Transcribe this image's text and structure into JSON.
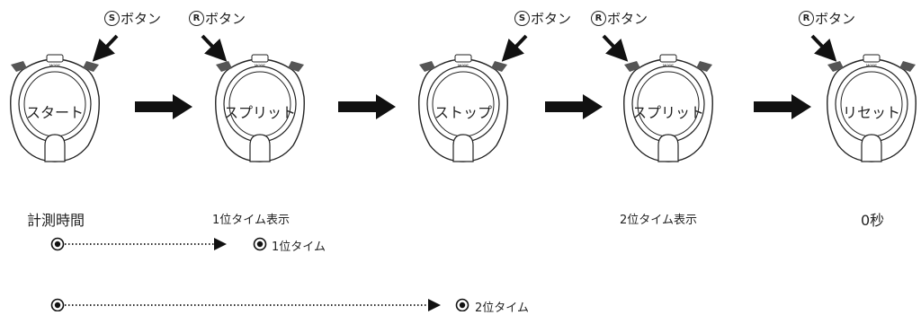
{
  "steps": [
    {
      "button": {
        "letter": "S",
        "label": "ボタン"
      },
      "face": "スタート",
      "below": "計測時間"
    },
    {
      "button": {
        "letter": "R",
        "label": "ボタン"
      },
      "face": "スプリット",
      "below": "1位タイム表示"
    },
    {
      "button": {
        "letter": "S",
        "label": "ボタン"
      },
      "face": "ストップ",
      "below": ""
    },
    {
      "button": {
        "letter": "R",
        "label": "ボタン"
      },
      "face": "スプリット",
      "below": "2位タイム表示"
    },
    {
      "button": {
        "letter": "R",
        "label": "ボタン"
      },
      "face": "リセット",
      "below": "0秒"
    }
  ],
  "watch_labels": {
    "mode": "MODE"
  },
  "timelines": [
    {
      "label": "1位タイム"
    },
    {
      "label": "2位タイム"
    }
  ]
}
